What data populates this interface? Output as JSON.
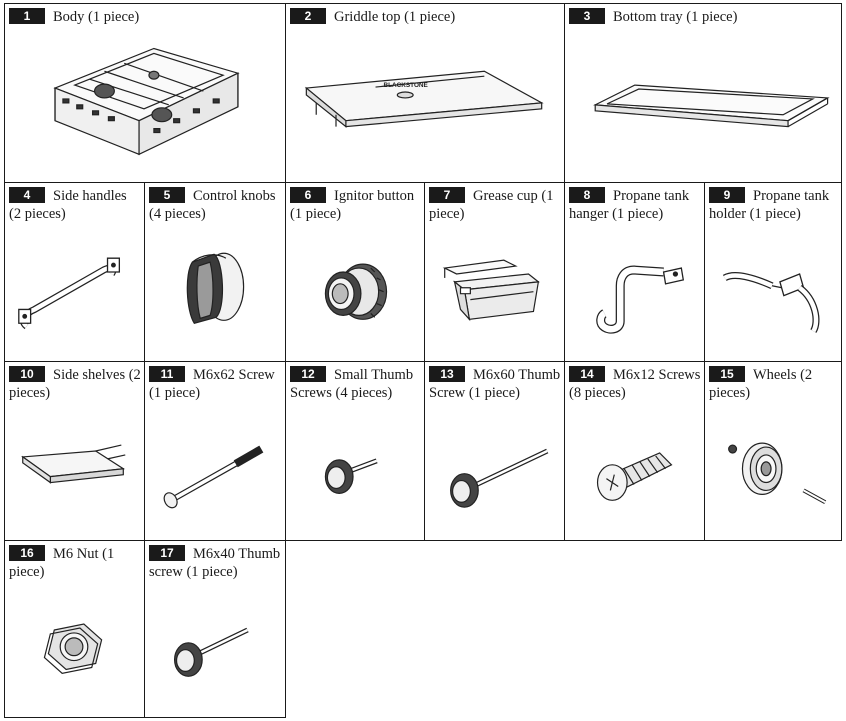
{
  "parts": [
    {
      "number": "1",
      "name": "Body (1 piece)",
      "icon": "grill-body-icon"
    },
    {
      "number": "2",
      "name": "Griddle top (1 piece)",
      "icon": "griddle-top-icon",
      "brand": "BLACKSTONE"
    },
    {
      "number": "3",
      "name": "Bottom tray (1 piece)",
      "icon": "bottom-tray-icon"
    },
    {
      "number": "4",
      "name": "Side handles (2 pieces)",
      "icon": "side-handle-icon"
    },
    {
      "number": "5",
      "name": "Control knobs (4 pieces)",
      "icon": "control-knob-icon"
    },
    {
      "number": "6",
      "name": "Ignitor button (1 piece)",
      "icon": "ignitor-button-icon"
    },
    {
      "number": "7",
      "name": "Grease cup (1 piece)",
      "icon": "grease-cup-icon"
    },
    {
      "number": "8",
      "name": "Propane tank hanger (1 piece)",
      "icon": "tank-hanger-icon"
    },
    {
      "number": "9",
      "name": "Propane tank holder (1 piece)",
      "icon": "tank-holder-icon"
    },
    {
      "number": "10",
      "name": "Side shelves (2 pieces)",
      "icon": "side-shelf-icon"
    },
    {
      "number": "11",
      "name": "M6x62 Screw (1 piece)",
      "icon": "long-screw-icon"
    },
    {
      "number": "12",
      "name": "Small Thumb Screws (4 pieces)",
      "icon": "small-thumb-screw-icon"
    },
    {
      "number": "13",
      "name": "M6x60 Thumb Screw (1 piece)",
      "icon": "long-thumb-screw-icon"
    },
    {
      "number": "14",
      "name": "M6x12 Screws (8 pieces)",
      "icon": "short-screw-icon"
    },
    {
      "number": "15",
      "name": "Wheels (2 pieces)",
      "icon": "wheel-icon"
    },
    {
      "number": "16",
      "name": "M6 Nut (1 piece)",
      "icon": "hex-nut-icon"
    },
    {
      "number": "17",
      "name": "M6x40 Thumb screw (1 piece)",
      "icon": "thumb-screw-icon"
    }
  ]
}
